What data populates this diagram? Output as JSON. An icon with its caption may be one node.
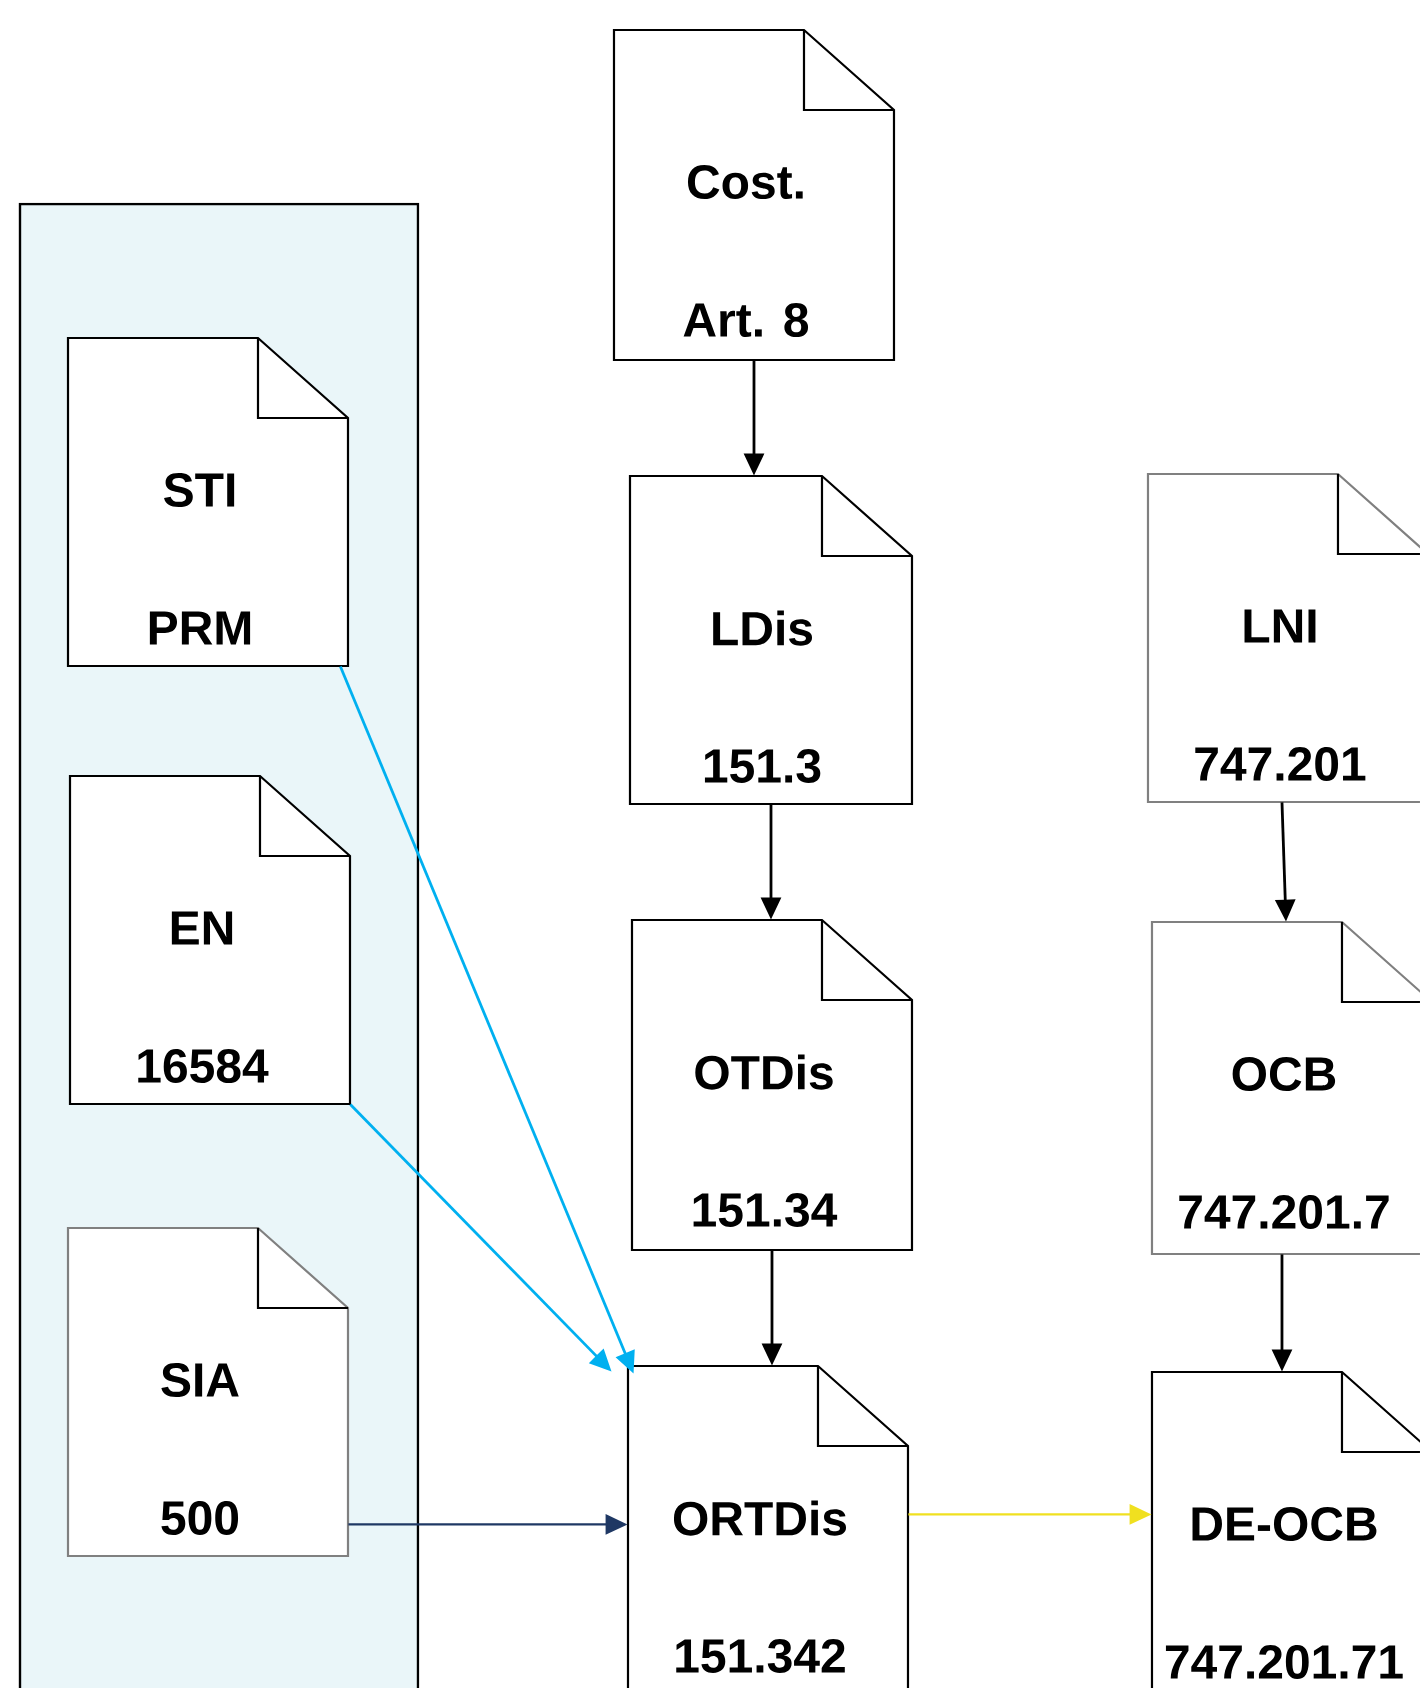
{
  "diagram": {
    "nodes": [
      {
        "text": [],
        "shape": "box"
      },
      {
        "text": [
          "STI",
          "PRM"
        ],
        "in": 0
      },
      {
        "text": [
          "EN",
          "16584"
        ],
        "in": 0
      },
      {
        "text": [
          "SIA",
          "500"
        ],
        "in": 0
      },
      {
        "text": [
          "Cost.",
          "Art. 8"
        ]
      },
      {
        "text": [
          "LDis",
          "151.3"
        ]
      },
      {
        "text": [
          "OTDis",
          "151.34"
        ]
      },
      {
        "text": [
          "ORTDis",
          "151.342"
        ]
      },
      {
        "text": [
          "LNI",
          "747.201"
        ]
      },
      {
        "text": [
          "OCB",
          "747.201.7"
        ]
      },
      {
        "text": [
          "DE-OCB",
          "747.201.71"
        ]
      }
    ],
    "edges": [
      {
        "from": 4,
        "to": 5,
        "arrow": "to"
      },
      {
        "from": 5,
        "to": 6,
        "arrow": "to"
      },
      {
        "from": 6,
        "to": 7,
        "arrow": "to"
      },
      {
        "from": 1,
        "to": 7,
        "arrow": "to",
        "color": "#00b0f0"
      },
      {
        "from": 2,
        "to": 7,
        "arrow": "to",
        "color": "#00b0f0"
      },
      {
        "from": 3,
        "to": 7,
        "arrow": "to",
        "color": "#1f3864"
      },
      {
        "from": 7,
        "to": 10,
        "arrow": "to",
        "color": "#f0e020"
      },
      {
        "from": 8,
        "to": 9,
        "arrow": "to"
      },
      {
        "from": 9,
        "to": 10,
        "arrow": "to"
      }
    ]
  }
}
